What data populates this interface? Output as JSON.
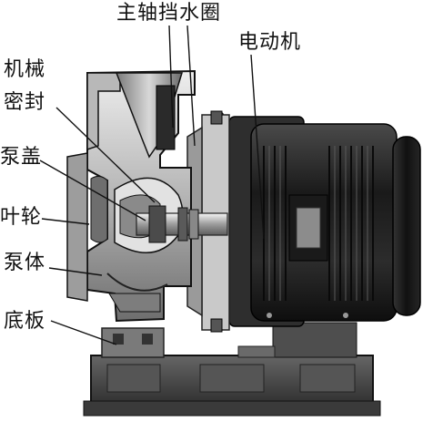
{
  "labels": {
    "shaft_water_ring": "主轴挡水圈",
    "motor": "电动机",
    "mechanical_seal_line1": "机械",
    "mechanical_seal_line2": "密封",
    "pump_cover": "泵盖",
    "impeller": "叶轮",
    "pump_body": "泵体",
    "base_plate": "底板"
  },
  "colors": {
    "ink": "#111111",
    "motor_dark": "#1e1e1e",
    "metal_light": "#d8d8d8",
    "metal_mid": "#9a9a9a",
    "metal_dark": "#5a5a5a"
  }
}
